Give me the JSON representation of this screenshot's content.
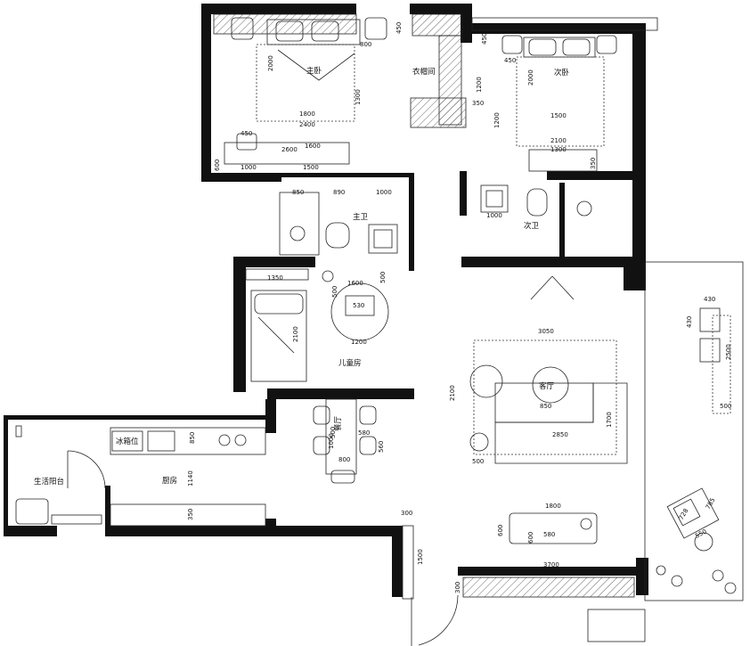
{
  "rooms": {
    "master_bedroom": "主卧",
    "walk_in_closet": "衣帽间",
    "second_bedroom": "次卧",
    "master_bath": "主卫",
    "second_bath": "次卫",
    "kids_room": "儿童房",
    "living_room": "客厅",
    "dining_room": "餐厅",
    "kitchen": "厨房",
    "utility_balcony": "生活阳台",
    "fridge": "冰箱位"
  },
  "dimensions": {
    "d800_closet": "800",
    "d450_closet": "450",
    "d2000_master": "2000",
    "d1800_bed": "1800",
    "d2400_master": "2400",
    "d1300_master": "1300",
    "d450_master": "450",
    "d2600_master": "2600",
    "d1600_master": "1600",
    "d1000_master": "1000",
    "d600_master": "600",
    "d1500_master": "1500",
    "d1200_closet": "1200",
    "d350_closet": "350",
    "d450_second_a": "450",
    "d450_second_b": "450",
    "d2000_second": "2000",
    "d1500_second": "1500",
    "d1200_second": "1200",
    "d2100_second": "2100",
    "d1300_second": "1300",
    "d350_second": "350",
    "d850_bath": "850",
    "d890_bath": "890",
    "d1000_bath": "1000",
    "d1000_bath2": "1000",
    "d1350_kids": "1350",
    "d1600_kids": "1600",
    "d500_kids": "500",
    "d530_kids": "530",
    "d500_kids2": "500",
    "d2100_kids": "2100",
    "d1200_kids": "1200",
    "d3050_living": "3050",
    "d2100_living": "2100",
    "d850_living": "850",
    "d1700_living": "1700",
    "d2850_living": "2850",
    "d500_living": "500",
    "d430_living_a": "430",
    "d430_living_b": "430",
    "d2500_living": "2500",
    "d500_living2": "500",
    "d1800_living": "1800",
    "d600_living": "600",
    "d580_living": "580",
    "d600_living2": "600",
    "d3700_living": "3700",
    "d300_entry_a": "300",
    "d1500_entry": "1500",
    "d300_entry_b": "300",
    "d785_balcony": "785",
    "d728_balcony": "728",
    "d550_balcony": "550",
    "d500_dining": "500",
    "d580_dining": "580",
    "d1000_dining": "1000",
    "d560_dining": "560",
    "d800_dining": "800",
    "d850_kitchen": "850",
    "d1140_kitchen": "1140",
    "d350_kitchen": "350"
  }
}
